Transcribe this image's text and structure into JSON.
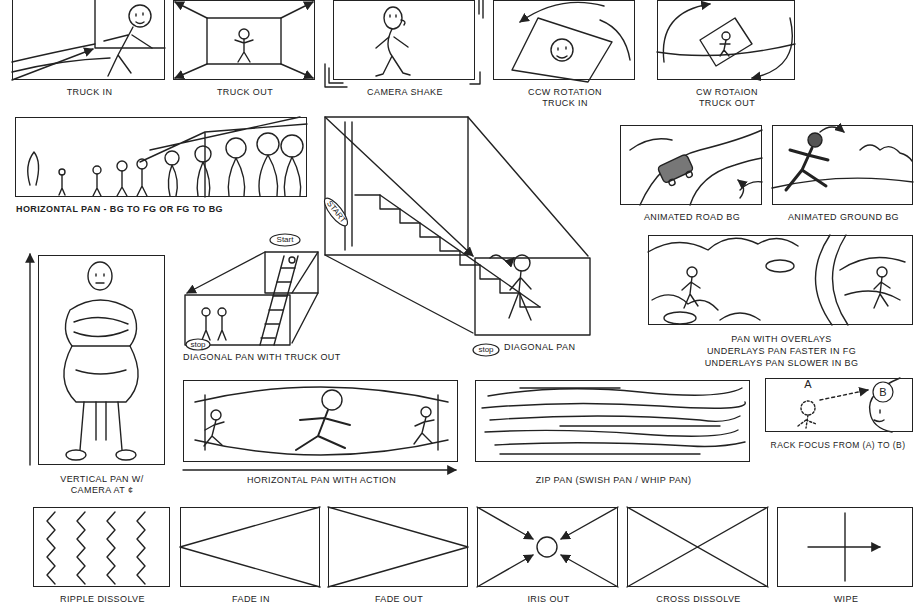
{
  "diagram": {
    "nodes": [
      {
        "text": [
          "TRUCK IN"
        ]
      },
      {
        "text": [
          "TRUCK OUT"
        ]
      },
      {
        "text": [
          "CAMERA SHAKE"
        ]
      },
      {
        "text": [
          "CCW ROTATION TRUCK IN"
        ]
      },
      {
        "text": [
          "CW ROTAION TRUCK OUT"
        ]
      },
      {
        "text": [
          "HORIZONTAL PAN - BG TO FG OR FG TO BG"
        ]
      },
      {
        "text": [
          "DIAGONAL PAN"
        ]
      },
      {
        "text": [
          "START"
        ],
        "in": 6
      },
      {
        "text": [
          "stop"
        ],
        "in": 6
      },
      {
        "text": [
          "ANIMATED ROAD BG"
        ]
      },
      {
        "text": [
          "ANIMATED GROUND BG"
        ]
      },
      {
        "text": [
          "VERTICAL PAN W/ CAMERA AT ¢"
        ]
      },
      {
        "text": [
          "DIAGONAL PAN WITH TRUCK OUT"
        ]
      },
      {
        "text": [
          "Start"
        ],
        "in": 12
      },
      {
        "text": [
          "stop"
        ],
        "in": 12
      },
      {
        "text": [
          "PAN WITH OVERLAYS",
          "UNDERLAYS PAN FASTER IN FG",
          "UNDERLAYS PAN SLOWER IN BG"
        ]
      },
      {
        "text": [
          "HORIZONTAL PAN WITH ACTION"
        ]
      },
      {
        "text": [
          "ZIP PAN (SWISH PAN / WHIP PAN)"
        ]
      },
      {
        "text": [
          "RACK FOCUS FROM (A) TO (B)",
          "A"
        ]
      },
      {
        "text": [
          "B"
        ],
        "in": 18
      },
      {
        "text": [
          "RIPPLE DISSOLVE"
        ]
      },
      {
        "text": [
          "FADE IN"
        ]
      },
      {
        "text": [
          "FADE OUT"
        ]
      },
      {
        "text": [
          "IRIS OUT"
        ]
      },
      {
        "text": [
          "CROSS DISSOLVE"
        ]
      },
      {
        "text": [
          "WIPE"
        ]
      }
    ]
  }
}
